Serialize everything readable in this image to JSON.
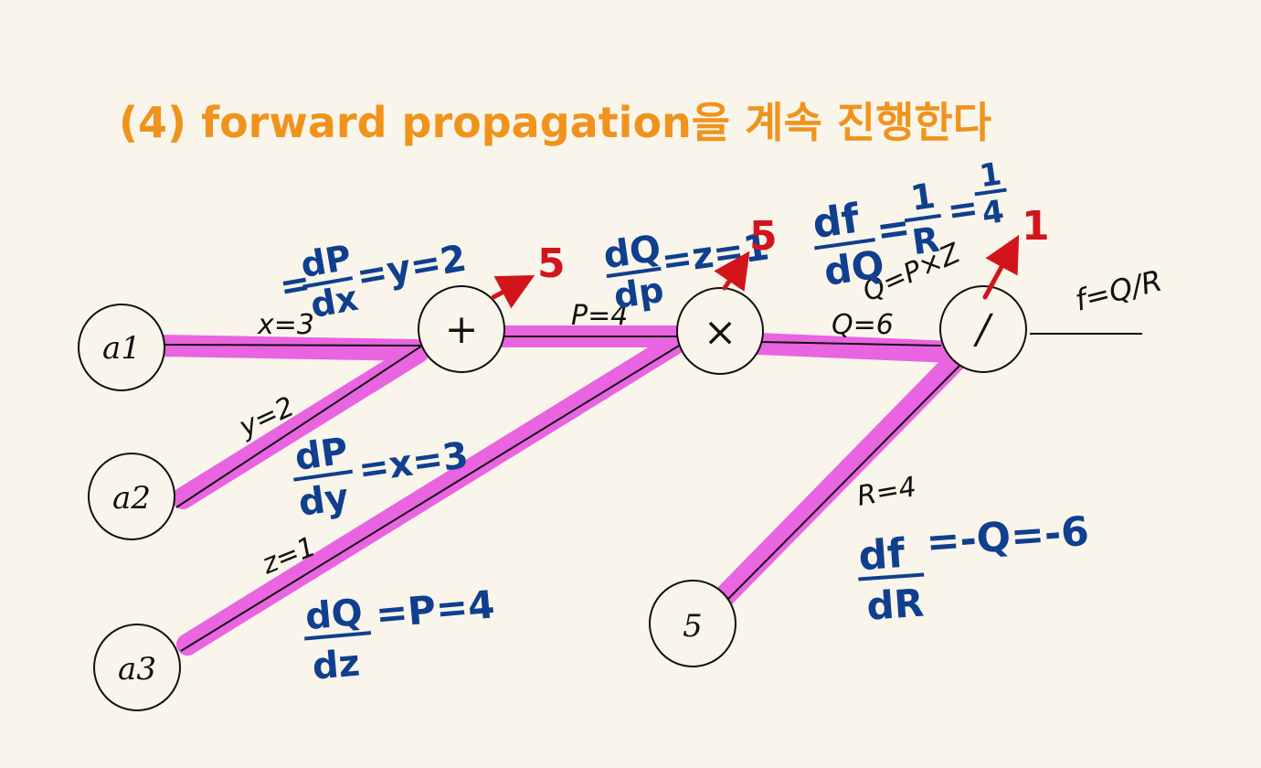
{
  "title": "(4) forward propagation을 계속 진행한다",
  "nodes": {
    "a1": "a1",
    "a2": "a2",
    "a3": "a3",
    "add": "+",
    "mul": "×",
    "div": "/",
    "five": "5"
  },
  "edge_labels": {
    "x": "x=3",
    "y": "y=2",
    "z": "z=1",
    "p": "P=4",
    "q": "Q=6",
    "r": "R=4",
    "q_def": "Q=P×Z",
    "f_def": "f=Q/R"
  },
  "gradients": {
    "dp_dx": {
      "num": "dP",
      "den": "dx",
      "prefix": "=",
      "rhs": "=y=2"
    },
    "dp_dy": {
      "num": "dP",
      "den": "dy",
      "rhs": "=x=3"
    },
    "dq_dp": {
      "num": "dQ",
      "den": "dp",
      "rhs": "=z=1"
    },
    "dq_dz": {
      "num": "dQ",
      "den": "dz",
      "rhs": "=P=4"
    },
    "df_dq": {
      "num": "df",
      "den": "dQ",
      "rhs_pre": "=",
      "frac1_num": "1",
      "frac1_den": "R",
      "rhs_mid": "=",
      "frac2_num": "1",
      "frac2_den": "4"
    },
    "df_dr": {
      "num": "df",
      "den": "dR",
      "rhs": "=-Q=-6"
    }
  },
  "outputs": {
    "add": "5",
    "mul": "5",
    "div": "1"
  },
  "colors": {
    "highlight": "#e855e0",
    "title": "#f0931d",
    "gradient": "#0f3f8e",
    "output": "#d3141b"
  }
}
